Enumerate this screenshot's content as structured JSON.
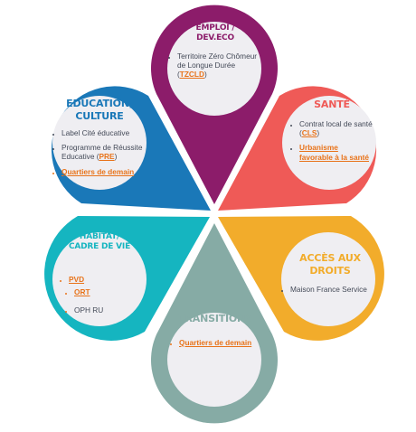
{
  "colors": {
    "emploi": "#8c1c6a",
    "sante": "#ef5a57",
    "acces": "#f2ac2b",
    "transitions": "#86aba5",
    "habitat": "#15b5c0",
    "education": "#1a78b8",
    "inner": "#efeef2",
    "link": "#e8731a"
  },
  "petals": {
    "emploi": {
      "title_line1": "EMPLOI /",
      "title_line2": "DEV.ECO",
      "items": [
        {
          "text": "Territoire Zéro Chômeur de Longue Durée (",
          "abbr": "TZCLD",
          "after": ")"
        }
      ]
    },
    "sante": {
      "title": "SANTÉ",
      "items": [
        {
          "text": "Contrat local de santé (",
          "abbr": "CLS",
          "after": ")"
        },
        {
          "link": "Urbanisme favorable à la santé"
        }
      ]
    },
    "acces": {
      "title_line1": "ACCÈS AUX",
      "title_line2": "DROITS",
      "items": [
        {
          "text": "Maison France Service"
        }
      ]
    },
    "transitions": {
      "title": "TRANSITIONS",
      "items": [
        {
          "link": "Quartiers de demain"
        }
      ]
    },
    "habitat": {
      "title_line1": "HABITAT/",
      "title_line2": "CADRE DE VIE",
      "items": [
        {
          "link": "PVD"
        },
        {
          "link": "ORT"
        },
        {
          "text": "OPH RU"
        }
      ]
    },
    "education": {
      "title_line1": "EDUCATION,",
      "title_line2": "CULTURE",
      "items": [
        {
          "text": "Label Cité éducative"
        },
        {
          "text": "Programme de Réussite Educative (",
          "abbr": "PRE",
          "after": ")"
        },
        {
          "link": "Quartiers de demain"
        }
      ]
    }
  }
}
